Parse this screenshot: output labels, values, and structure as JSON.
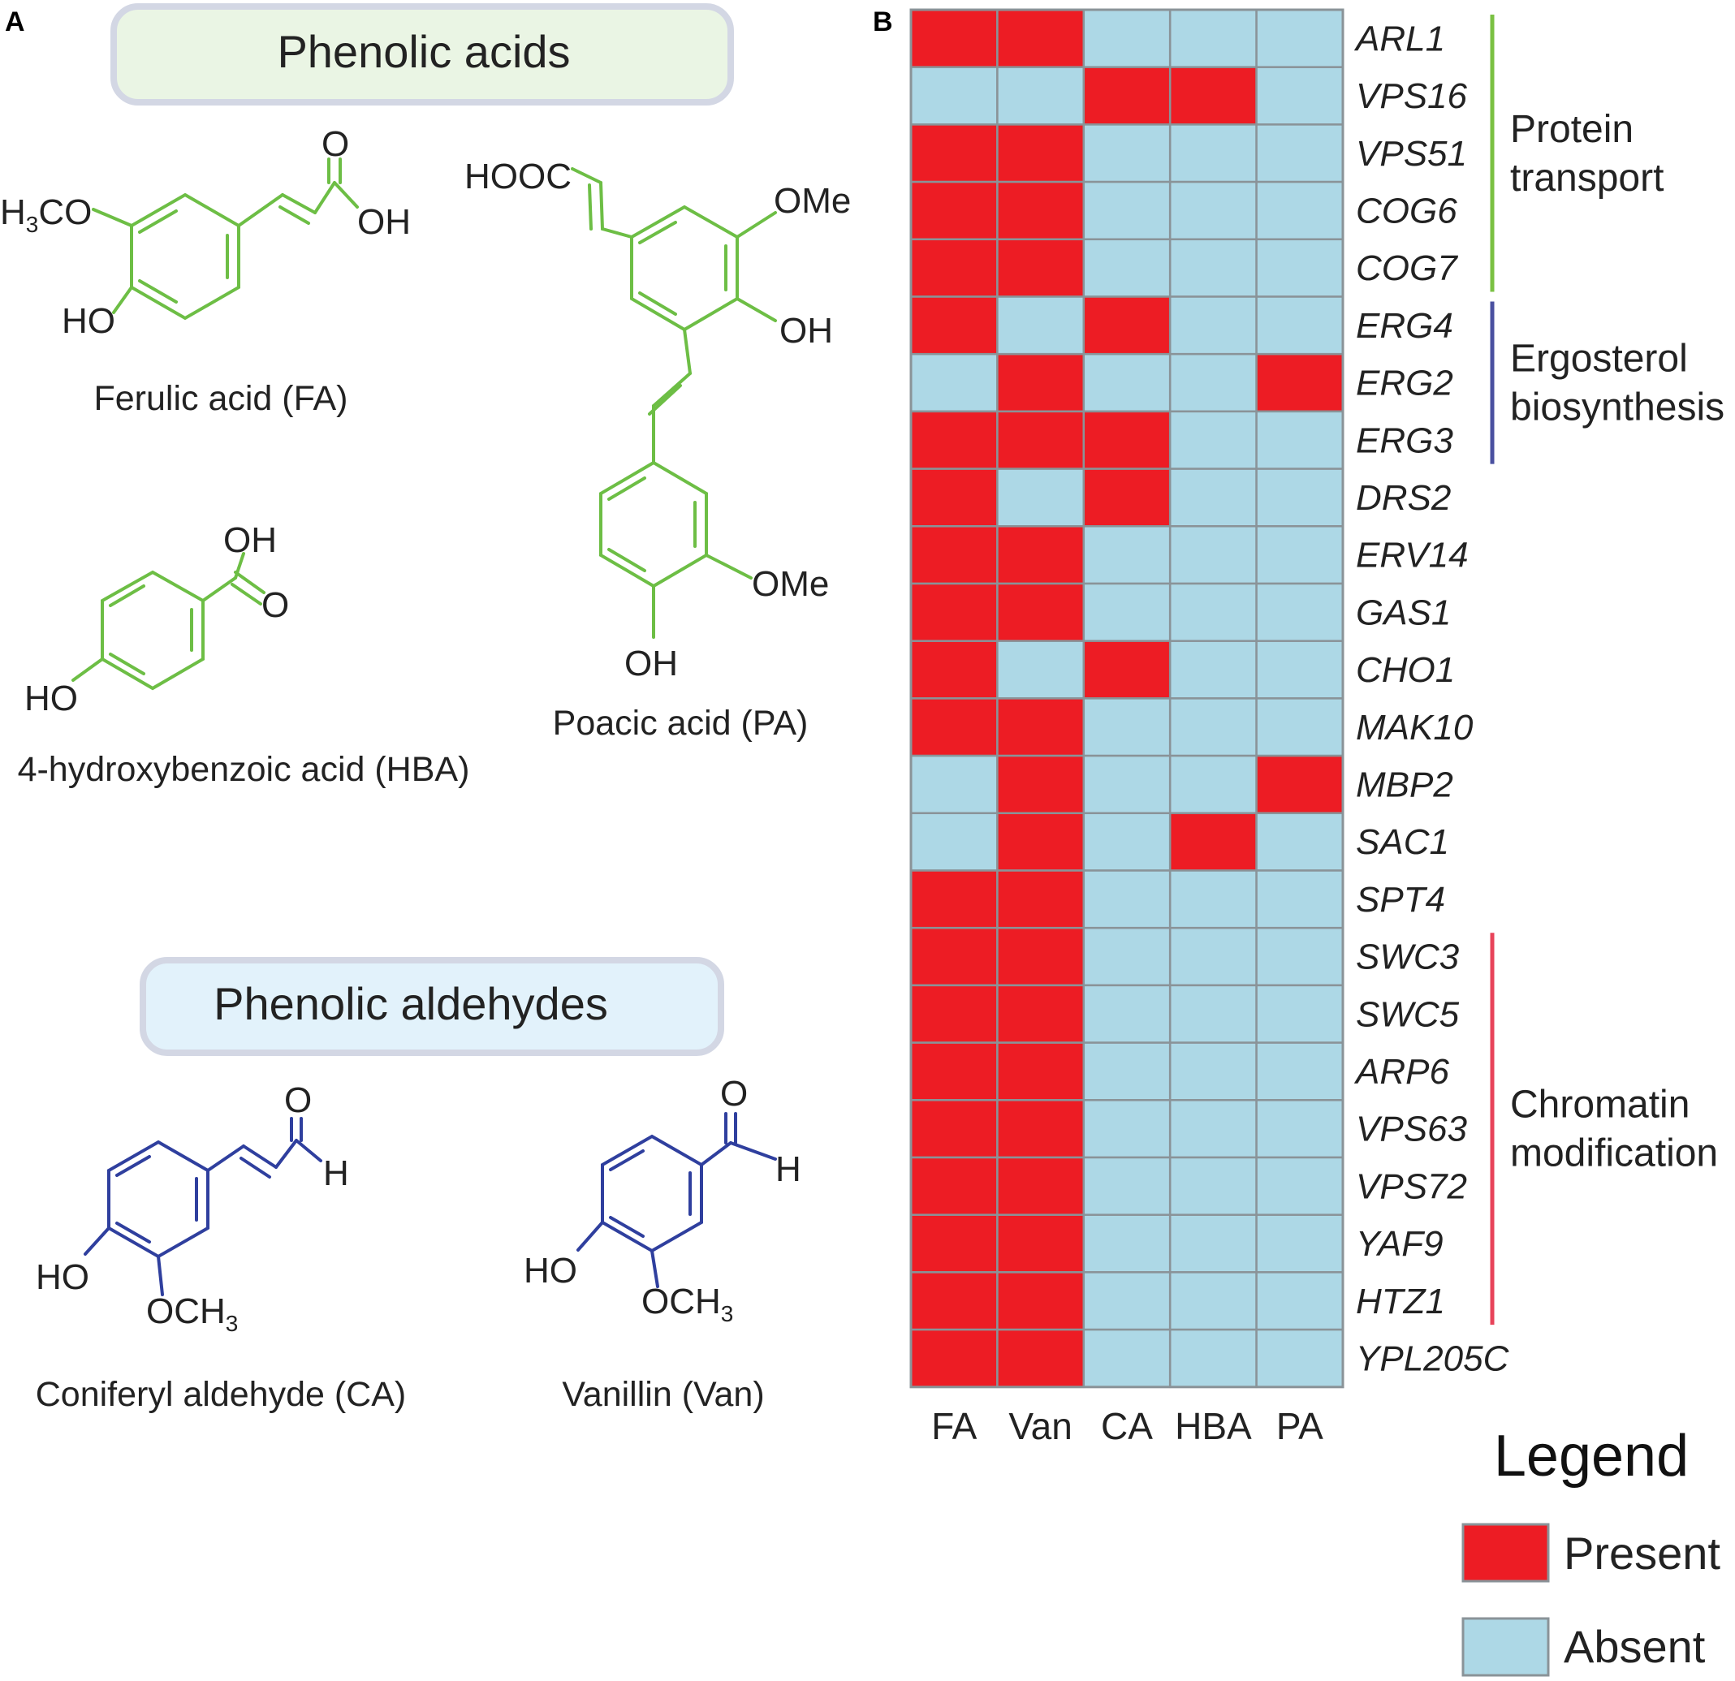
{
  "panel_a": {
    "letter": "A",
    "acids_heading": "Phenolic acids",
    "aldehydes_heading": "Phenolic aldehydes",
    "compounds": {
      "fa": {
        "name": "Ferulic acid (FA)"
      },
      "pa": {
        "name": "Poacic acid (PA)"
      },
      "hba": {
        "name": "4-hydroxybenzoic acid (HBA)"
      },
      "ca": {
        "name": "Coniferyl aldehyde (CA)"
      },
      "van": {
        "name": "Vanillin (Van)"
      }
    },
    "atoms": {
      "o": "O",
      "oh": "OH",
      "ho": "HO",
      "h": "H",
      "ome": "OMe",
      "hooc": "HOOC",
      "h3co_h": "H",
      "h3co_3": "3",
      "h3co_co": "CO",
      "och3_och": "OCH",
      "och3_3": "3"
    },
    "colors": {
      "acids": "#6dbe45",
      "aldehydes": "#2f3f9e",
      "acids_box": "#eaf5e4",
      "aldehydes_box": "#e2f2fb",
      "box_border": "#d3d7e4"
    }
  },
  "chart_data": {
    "type": "heatmap",
    "panel_letter": "B",
    "columns": [
      "FA",
      "Van",
      "CA",
      "HBA",
      "PA"
    ],
    "rows": [
      "ARL1",
      "VPS16",
      "VPS51",
      "COG6",
      "COG7",
      "ERG4",
      "ERG2",
      "ERG3",
      "DRS2",
      "ERV14",
      "GAS1",
      "CHO1",
      "MAK10",
      "MBP2",
      "SAC1",
      "SPT4",
      "SWC3",
      "SWC5",
      "ARP6",
      "VPS63",
      "VPS72",
      "YAF9",
      "HTZ1",
      "YPL205C"
    ],
    "values": [
      [
        1,
        1,
        0,
        0,
        0
      ],
      [
        0,
        0,
        1,
        1,
        0
      ],
      [
        1,
        1,
        0,
        0,
        0
      ],
      [
        1,
        1,
        0,
        0,
        0
      ],
      [
        1,
        1,
        0,
        0,
        0
      ],
      [
        1,
        0,
        1,
        0,
        0
      ],
      [
        0,
        1,
        0,
        0,
        1
      ],
      [
        1,
        1,
        1,
        0,
        0
      ],
      [
        1,
        0,
        1,
        0,
        0
      ],
      [
        1,
        1,
        0,
        0,
        0
      ],
      [
        1,
        1,
        0,
        0,
        0
      ],
      [
        1,
        0,
        1,
        0,
        0
      ],
      [
        1,
        1,
        0,
        0,
        0
      ],
      [
        0,
        1,
        0,
        0,
        1
      ],
      [
        0,
        1,
        0,
        1,
        0
      ],
      [
        1,
        1,
        0,
        0,
        0
      ],
      [
        1,
        1,
        0,
        0,
        0
      ],
      [
        1,
        1,
        0,
        0,
        0
      ],
      [
        1,
        1,
        0,
        0,
        0
      ],
      [
        1,
        1,
        0,
        0,
        0
      ],
      [
        1,
        1,
        0,
        0,
        0
      ],
      [
        1,
        1,
        0,
        0,
        0
      ],
      [
        1,
        1,
        0,
        0,
        0
      ],
      [
        1,
        1,
        0,
        0,
        0
      ]
    ],
    "groups": [
      {
        "lines": [
          "Protein",
          "transport"
        ],
        "rows": [
          "ARL1",
          "COG7"
        ],
        "color": "#7ac143"
      },
      {
        "lines": [
          "Ergosterol",
          "biosynthesis"
        ],
        "rows": [
          "ERG4",
          "ERG3"
        ],
        "color": "#4a50a0"
      },
      {
        "lines": [
          "Chromatin",
          "modification"
        ],
        "rows": [
          "SWC3",
          "HTZ1"
        ],
        "color": "#e8445a"
      }
    ],
    "legend": {
      "title": "Legend",
      "entries": [
        {
          "label": "Present",
          "value": 1,
          "color": "#ed1c24"
        },
        {
          "label": "Absent",
          "value": 0,
          "color": "#add8e6"
        }
      ]
    },
    "grid_color": "#8a9398"
  }
}
